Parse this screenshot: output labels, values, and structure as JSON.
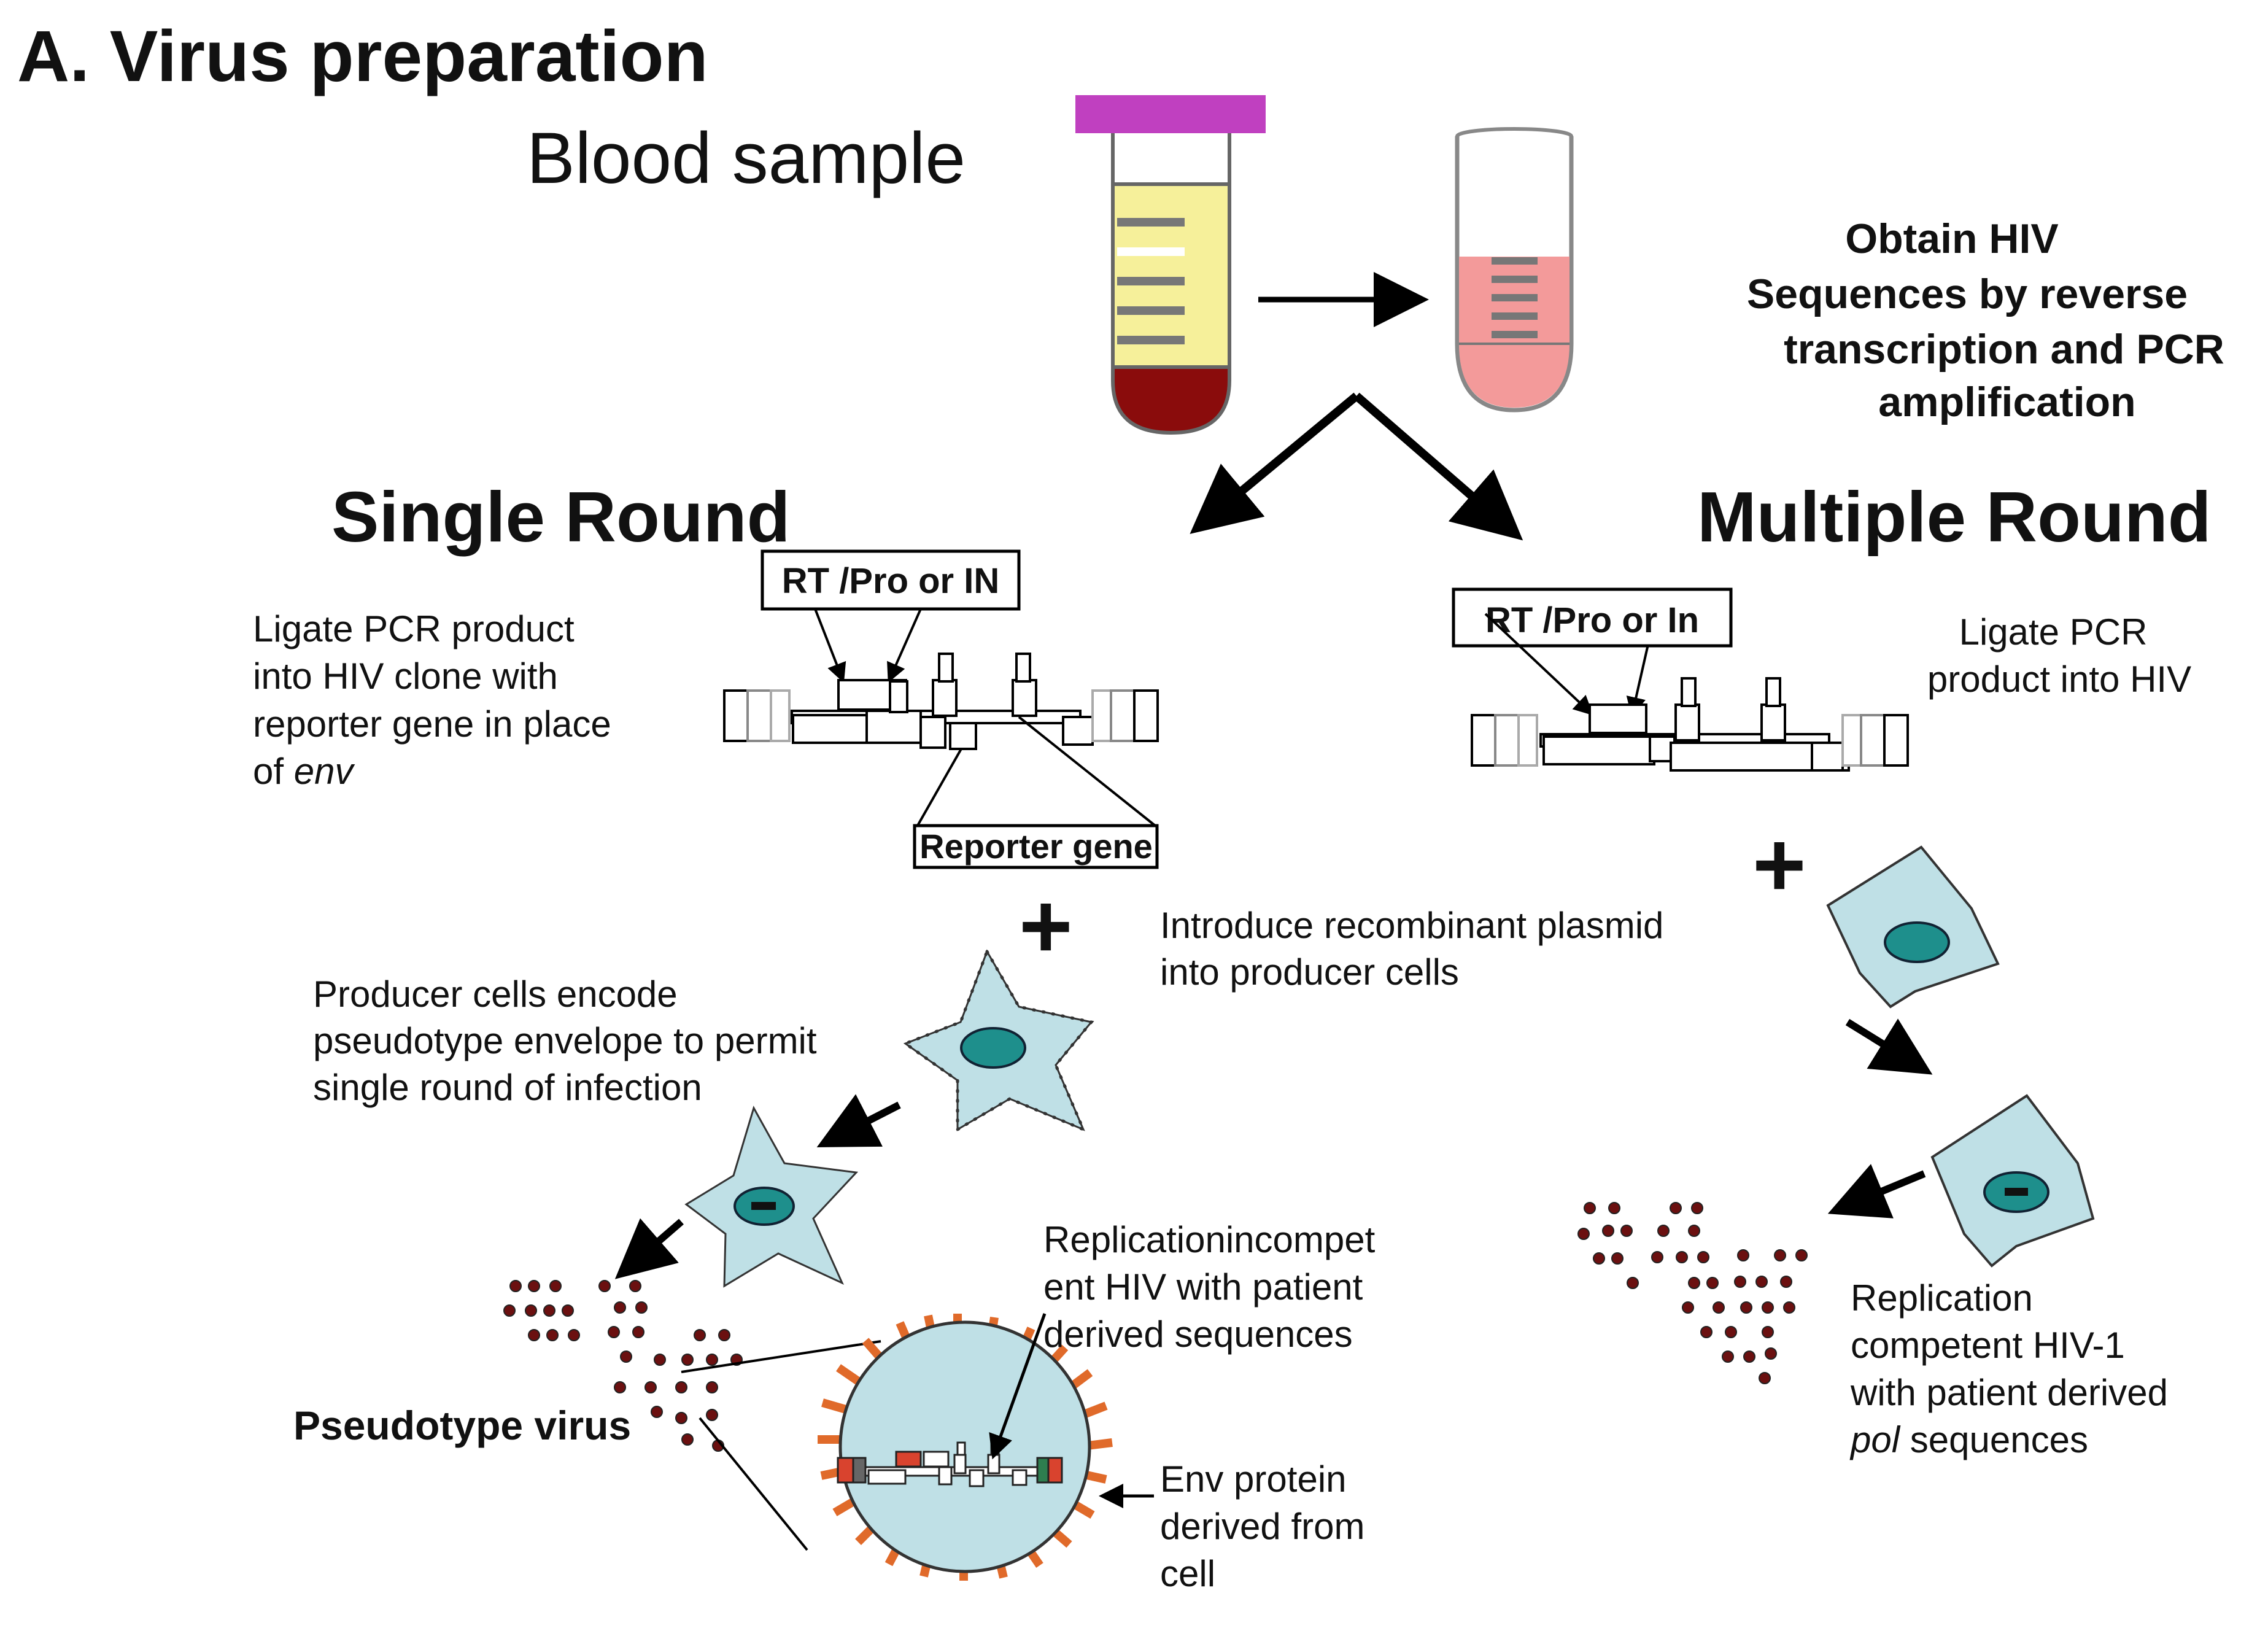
{
  "title": "A. Virus preparation",
  "blood_sample_label": "Blood sample",
  "obtain_hiv": {
    "line1": "Obtain  HIV",
    "line2": "Sequences by reverse",
    "line3": "transcription and PCR",
    "line4": "amplification"
  },
  "single_round": {
    "heading": "Single  Round",
    "insert_label": "RT /Pro or IN",
    "ligate_line1": "Ligate PCR product",
    "ligate_line2": "into HIV clone with",
    "ligate_line3": "reporter gene in place",
    "ligate_line4_prefix": "of ",
    "ligate_line4_italic": "env",
    "reporter_label": "Reporter gene",
    "producer_line1": "Producer cells encode",
    "producer_line2": "pseudotype envelope to permit",
    "producer_line3": "single round of infection",
    "pseudotype_label": "Pseudotype virus",
    "replication_line1": "Replicationincompet",
    "replication_line2": "ent HIV with patient",
    "replication_line3": "derived sequences",
    "env_line1": "Env protein",
    "env_line2": "derived from",
    "env_line3": "cell"
  },
  "introduce": {
    "line1": "Introduce  recombinant plasmid",
    "line2": "into producer cells"
  },
  "multiple_round": {
    "heading": "Multiple Round",
    "insert_label": "RT /Pro or In",
    "ligate_line1": "Ligate PCR",
    "ligate_line2": "product into HIV",
    "competent_line1": "Replication",
    "competent_line2": "competent HIV-1",
    "competent_line3": "with patient derived",
    "competent_line4_italic": "pol",
    "competent_line4_suffix": " sequences"
  },
  "plus_sign": "+",
  "colors": {
    "tube_cap": "#c040c0",
    "plasma": "#f6f09a",
    "red_cells": "#8a0c0c",
    "pink_fluid": "#f39a9a",
    "cell_fill": "#bfe0e6",
    "nucleus": "#1e8f8c",
    "virion_dot": "#6b1010",
    "spike": "#e06a2a"
  }
}
